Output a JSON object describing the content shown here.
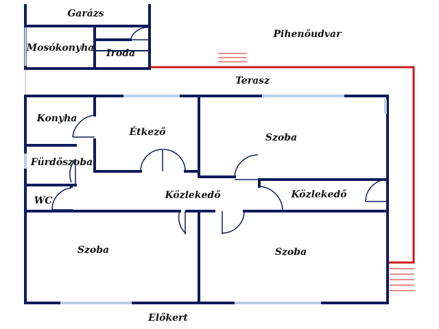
{
  "colors": {
    "wall": "#0f1a5c",
    "window": "#b9cfe6",
    "terrace_line": "#cc1a1a",
    "background": "#ffffff"
  },
  "labels": {
    "garage": "Garázs",
    "laundry": "Mosókonyha",
    "office": "Iroda",
    "courtyard": "Pihenőudvar",
    "terrace": "Terasz",
    "kitchen": "Konyha",
    "dining": "Étkező",
    "room_top": "Szoba",
    "bathroom": "Fürdőszoba",
    "wc": "WC",
    "corridor_main": "Közlekedő",
    "corridor_side": "Közlekedő",
    "room_bottom_left": "Szoba",
    "room_bottom_right": "Szoba",
    "front_garden": "Előkert"
  }
}
